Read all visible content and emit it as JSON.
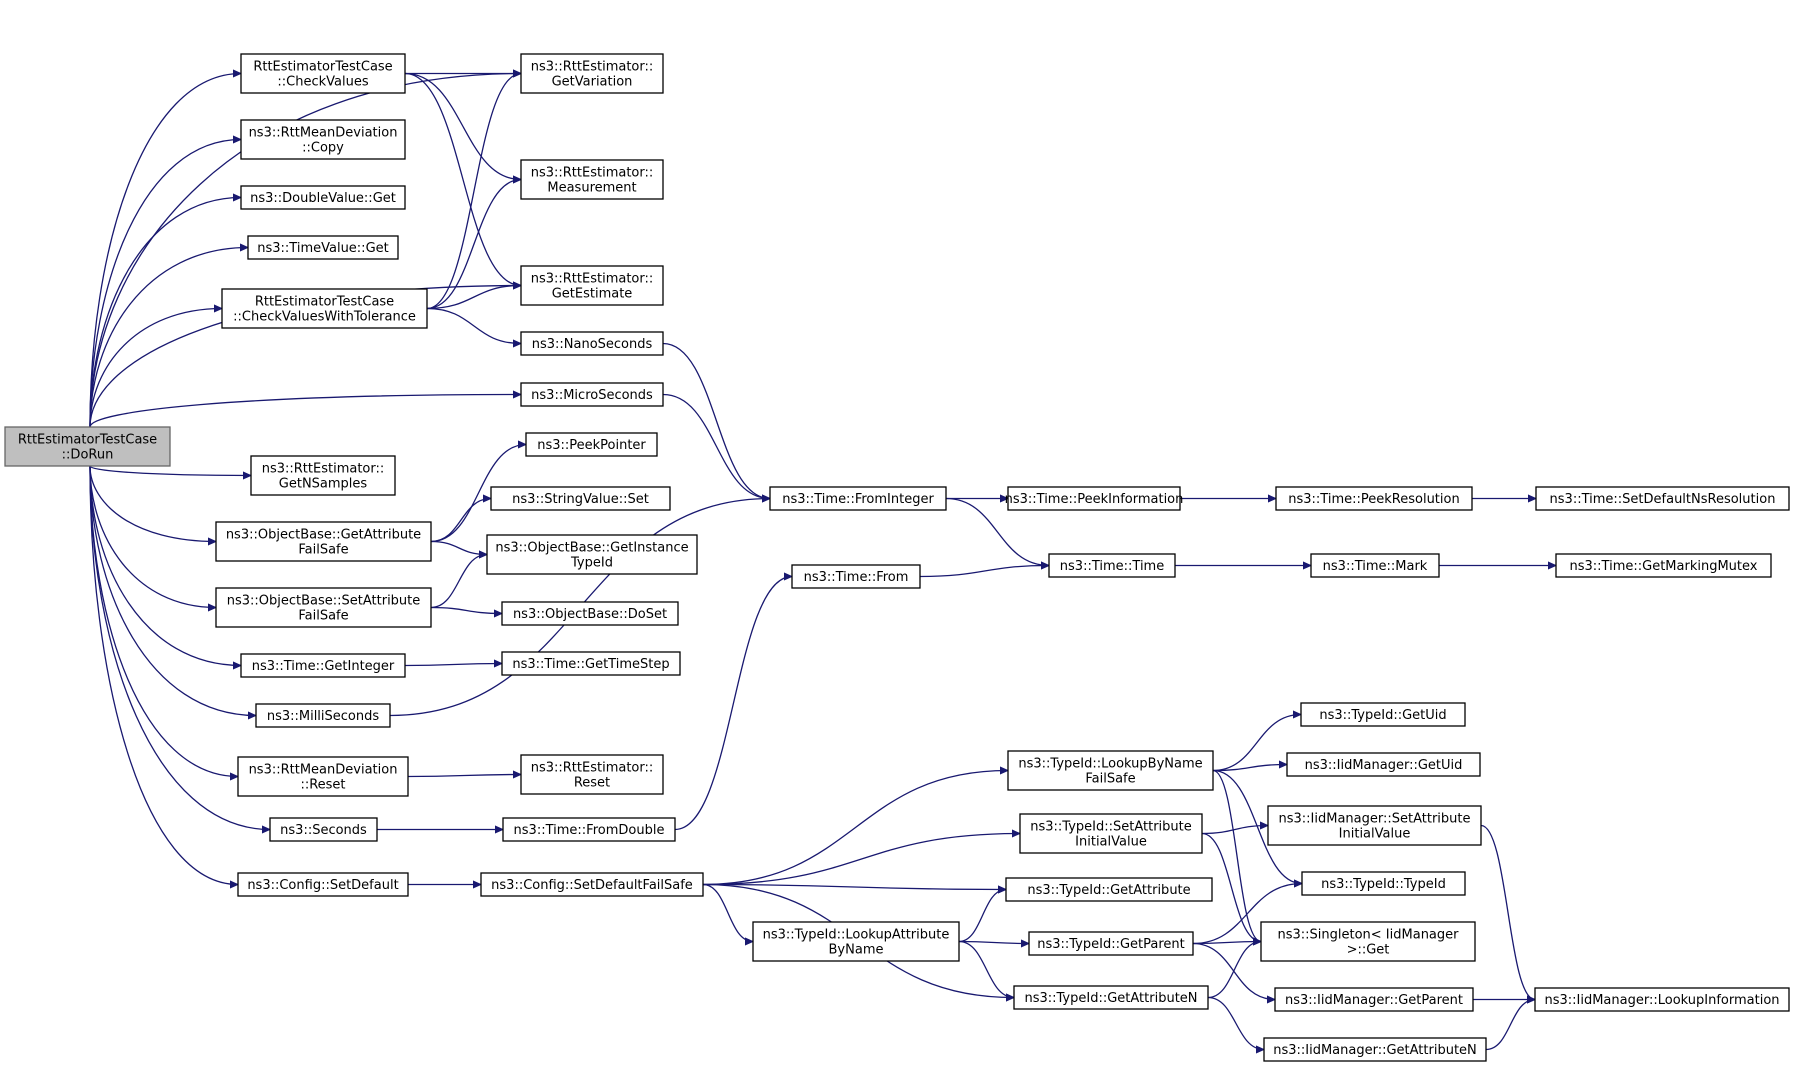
{
  "diagram": {
    "nodes": [
      {
        "id": "root",
        "lines": [
          "RttEstimatorTestCase",
          "::DoRun"
        ],
        "root": true
      },
      {
        "id": "checkValues",
        "lines": [
          "RttEstimatorTestCase",
          "::CheckValues"
        ]
      },
      {
        "id": "copy",
        "lines": [
          "ns3::RttMeanDeviation",
          "::Copy"
        ]
      },
      {
        "id": "doubleGet",
        "lines": [
          "ns3::DoubleValue::Get"
        ]
      },
      {
        "id": "timeGet",
        "lines": [
          "ns3::TimeValue::Get"
        ]
      },
      {
        "id": "checkTol",
        "lines": [
          "RttEstimatorTestCase",
          "::CheckValuesWithTolerance"
        ]
      },
      {
        "id": "getNSamples",
        "lines": [
          "ns3::RttEstimator::",
          "GetNSamples"
        ]
      },
      {
        "id": "getAttrFS",
        "lines": [
          "ns3::ObjectBase::GetAttribute",
          "FailSafe"
        ]
      },
      {
        "id": "setAttrFS",
        "lines": [
          "ns3::ObjectBase::SetAttribute",
          "FailSafe"
        ]
      },
      {
        "id": "getInteger",
        "lines": [
          "ns3::Time::GetInteger"
        ]
      },
      {
        "id": "milli",
        "lines": [
          "ns3::MilliSeconds"
        ]
      },
      {
        "id": "rmdReset",
        "lines": [
          "ns3::RttMeanDeviation",
          "::Reset"
        ]
      },
      {
        "id": "seconds",
        "lines": [
          "ns3::Seconds"
        ]
      },
      {
        "id": "setDefault",
        "lines": [
          "ns3::Config::SetDefault"
        ]
      },
      {
        "id": "getVariation",
        "lines": [
          "ns3::RttEstimator::",
          "GetVariation"
        ]
      },
      {
        "id": "measurement",
        "lines": [
          "ns3::RttEstimator::",
          "Measurement"
        ]
      },
      {
        "id": "getEstimate",
        "lines": [
          "ns3::RttEstimator::",
          "GetEstimate"
        ]
      },
      {
        "id": "nano",
        "lines": [
          "ns3::NanoSeconds"
        ]
      },
      {
        "id": "micro",
        "lines": [
          "ns3::MicroSeconds"
        ]
      },
      {
        "id": "peekPointer",
        "lines": [
          "ns3::PeekPointer"
        ]
      },
      {
        "id": "stringSet",
        "lines": [
          "ns3::StringValue::Set"
        ]
      },
      {
        "id": "getInstTid",
        "lines": [
          "ns3::ObjectBase::GetInstance",
          "TypeId"
        ]
      },
      {
        "id": "doSet",
        "lines": [
          "ns3::ObjectBase::DoSet"
        ]
      },
      {
        "id": "getTimeStep",
        "lines": [
          "ns3::Time::GetTimeStep"
        ]
      },
      {
        "id": "reReset",
        "lines": [
          "ns3::RttEstimator::",
          "Reset"
        ]
      },
      {
        "id": "fromDouble",
        "lines": [
          "ns3::Time::FromDouble"
        ]
      },
      {
        "id": "setDefFS",
        "lines": [
          "ns3::Config::SetDefaultFailSafe"
        ]
      },
      {
        "id": "fromInteger",
        "lines": [
          "ns3::Time::FromInteger"
        ]
      },
      {
        "id": "timeFrom",
        "lines": [
          "ns3::Time::From"
        ]
      },
      {
        "id": "peekInfo",
        "lines": [
          "ns3::Time::PeekInformation"
        ]
      },
      {
        "id": "timeTime",
        "lines": [
          "ns3::Time::Time"
        ]
      },
      {
        "id": "peekRes",
        "lines": [
          "ns3::Time::PeekResolution"
        ]
      },
      {
        "id": "mark",
        "lines": [
          "ns3::Time::Mark"
        ]
      },
      {
        "id": "setDefNsRes",
        "lines": [
          "ns3::Time::SetDefaultNsResolution"
        ]
      },
      {
        "id": "getMarkMutex",
        "lines": [
          "ns3::Time::GetMarkingMutex"
        ]
      },
      {
        "id": "lookupByNameFS",
        "lines": [
          "ns3::TypeId::LookupByName",
          "FailSafe"
        ]
      },
      {
        "id": "tidSetAttrInit",
        "lines": [
          "ns3::TypeId::SetAttribute",
          "InitialValue"
        ]
      },
      {
        "id": "tidGetAttr",
        "lines": [
          "ns3::TypeId::GetAttribute"
        ]
      },
      {
        "id": "lookupAttrByName",
        "lines": [
          "ns3::TypeId::LookupAttribute",
          "ByName"
        ]
      },
      {
        "id": "tidGetParent",
        "lines": [
          "ns3::TypeId::GetParent"
        ]
      },
      {
        "id": "tidGetAttrN",
        "lines": [
          "ns3::TypeId::GetAttributeN"
        ]
      },
      {
        "id": "tidGetUid",
        "lines": [
          "ns3::TypeId::GetUid"
        ]
      },
      {
        "id": "iidGetUid",
        "lines": [
          "ns3::IidManager::GetUid"
        ]
      },
      {
        "id": "iidSetAttrInit",
        "lines": [
          "ns3::IidManager::SetAttribute",
          "InitialValue"
        ]
      },
      {
        "id": "tidTypeId",
        "lines": [
          "ns3::TypeId::TypeId"
        ]
      },
      {
        "id": "singletonGet",
        "lines": [
          "ns3::Singleton< IidManager",
          ">::Get"
        ]
      },
      {
        "id": "iidGetParent",
        "lines": [
          "ns3::IidManager::GetParent"
        ]
      },
      {
        "id": "iidGetAttrN",
        "lines": [
          "ns3::IidManager::GetAttributeN"
        ]
      },
      {
        "id": "iidLookupInfo",
        "lines": [
          "ns3::IidManager::LookupInformation"
        ]
      }
    ],
    "edges": [
      [
        "root",
        "getVariation"
      ],
      [
        "root",
        "checkValues"
      ],
      [
        "root",
        "copy"
      ],
      [
        "root",
        "doubleGet"
      ],
      [
        "root",
        "timeGet"
      ],
      [
        "root",
        "checkTol"
      ],
      [
        "root",
        "getEstimate"
      ],
      [
        "root",
        "micro"
      ],
      [
        "root",
        "getNSamples"
      ],
      [
        "root",
        "getAttrFS"
      ],
      [
        "root",
        "setAttrFS"
      ],
      [
        "root",
        "getInteger"
      ],
      [
        "root",
        "milli"
      ],
      [
        "root",
        "rmdReset"
      ],
      [
        "root",
        "seconds"
      ],
      [
        "root",
        "setDefault"
      ],
      [
        "checkValues",
        "getVariation"
      ],
      [
        "checkValues",
        "measurement"
      ],
      [
        "checkValues",
        "getEstimate"
      ],
      [
        "checkTol",
        "getVariation"
      ],
      [
        "checkTol",
        "measurement"
      ],
      [
        "checkTol",
        "getEstimate"
      ],
      [
        "checkTol",
        "nano"
      ],
      [
        "nano",
        "fromInteger"
      ],
      [
        "micro",
        "fromInteger"
      ],
      [
        "milli",
        "fromInteger"
      ],
      [
        "getAttrFS",
        "peekPointer"
      ],
      [
        "getAttrFS",
        "stringSet"
      ],
      [
        "getAttrFS",
        "getInstTid"
      ],
      [
        "setAttrFS",
        "getInstTid"
      ],
      [
        "setAttrFS",
        "doSet"
      ],
      [
        "getInteger",
        "getTimeStep"
      ],
      [
        "rmdReset",
        "reReset"
      ],
      [
        "seconds",
        "fromDouble"
      ],
      [
        "fromDouble",
        "timeFrom"
      ],
      [
        "setDefault",
        "setDefFS"
      ],
      [
        "fromInteger",
        "peekInfo"
      ],
      [
        "fromInteger",
        "timeTime"
      ],
      [
        "timeFrom",
        "timeTime"
      ],
      [
        "peekInfo",
        "peekRes"
      ],
      [
        "peekRes",
        "setDefNsRes"
      ],
      [
        "timeTime",
        "mark"
      ],
      [
        "mark",
        "getMarkMutex"
      ],
      [
        "setDefFS",
        "lookupByNameFS"
      ],
      [
        "setDefFS",
        "tidSetAttrInit"
      ],
      [
        "setDefFS",
        "tidGetAttr"
      ],
      [
        "setDefFS",
        "lookupAttrByName"
      ],
      [
        "setDefFS",
        "tidGetAttrN"
      ],
      [
        "lookupAttrByName",
        "tidGetAttr"
      ],
      [
        "lookupAttrByName",
        "tidGetParent"
      ],
      [
        "lookupAttrByName",
        "tidGetAttrN"
      ],
      [
        "lookupByNameFS",
        "tidGetUid"
      ],
      [
        "lookupByNameFS",
        "iidGetUid"
      ],
      [
        "lookupByNameFS",
        "tidTypeId"
      ],
      [
        "lookupByNameFS",
        "singletonGet"
      ],
      [
        "tidSetAttrInit",
        "iidSetAttrInit"
      ],
      [
        "tidSetAttrInit",
        "singletonGet"
      ],
      [
        "tidGetParent",
        "tidTypeId"
      ],
      [
        "tidGetParent",
        "singletonGet"
      ],
      [
        "tidGetParent",
        "iidGetParent"
      ],
      [
        "tidGetAttrN",
        "singletonGet"
      ],
      [
        "tidGetAttrN",
        "iidGetAttrN"
      ],
      [
        "iidSetAttrInit",
        "iidLookupInfo"
      ],
      [
        "iidGetParent",
        "iidLookupInfo"
      ],
      [
        "iidGetAttrN",
        "iidLookupInfo"
      ]
    ]
  }
}
